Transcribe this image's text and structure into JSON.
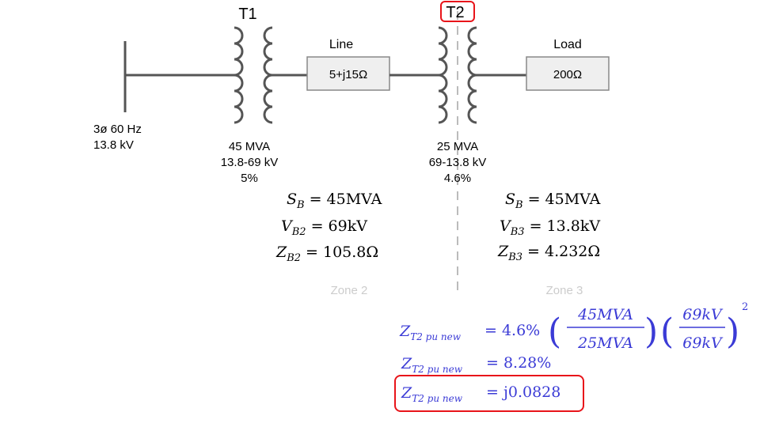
{
  "labels": {
    "t1": "T1",
    "t2": "T2",
    "line": "Line",
    "load": "Load",
    "line_impedance": "5+j15Ω",
    "load_impedance": "200Ω"
  },
  "source": {
    "line1": "3ø 60 Hz",
    "line2": "13.8 kV"
  },
  "t1_specs": {
    "rating": "45 MVA",
    "voltage": "13.8-69 kV",
    "impedance": "5%"
  },
  "t2_specs": {
    "rating": "25 MVA",
    "voltage": "69-13.8 kV",
    "impedance": "4.6%"
  },
  "zone2": {
    "name": "Zone 2",
    "sb": {
      "sym": "S",
      "sub": "B",
      "val": "= 45MVA"
    },
    "vb": {
      "sym": "V",
      "sub": "B2",
      "val": "= 69kV"
    },
    "zb": {
      "sym": "Z",
      "sub": "B2",
      "val": "= 105.8Ω"
    }
  },
  "zone3": {
    "name": "Zone 3",
    "sb": {
      "sym": "S",
      "sub": "B",
      "val": "= 45MVA"
    },
    "vb": {
      "sym": "V",
      "sub": "B3",
      "val": "= 13.8kV"
    },
    "zb": {
      "sym": "Z",
      "sub": "B3",
      "val": "= 4.232Ω"
    }
  },
  "equation": {
    "lhs_sym": "Z",
    "lhs_sub": "T2 pu new",
    "eq1_rhs": "= 4.6%",
    "frac1_num": "45MVA",
    "frac1_den": "25MVA",
    "frac2_num": "69kV",
    "frac2_den": "69kV",
    "exponent": "2",
    "eq2_rhs": "= 8.28%",
    "eq3_rhs": "= j0.0828"
  },
  "colors": {
    "line": "#555555",
    "box_fill": "#efefef",
    "box_stroke": "#888888",
    "highlight": "#e8141a",
    "zone_divider": "#bbbbbb",
    "equation": "#3b3bd6"
  }
}
